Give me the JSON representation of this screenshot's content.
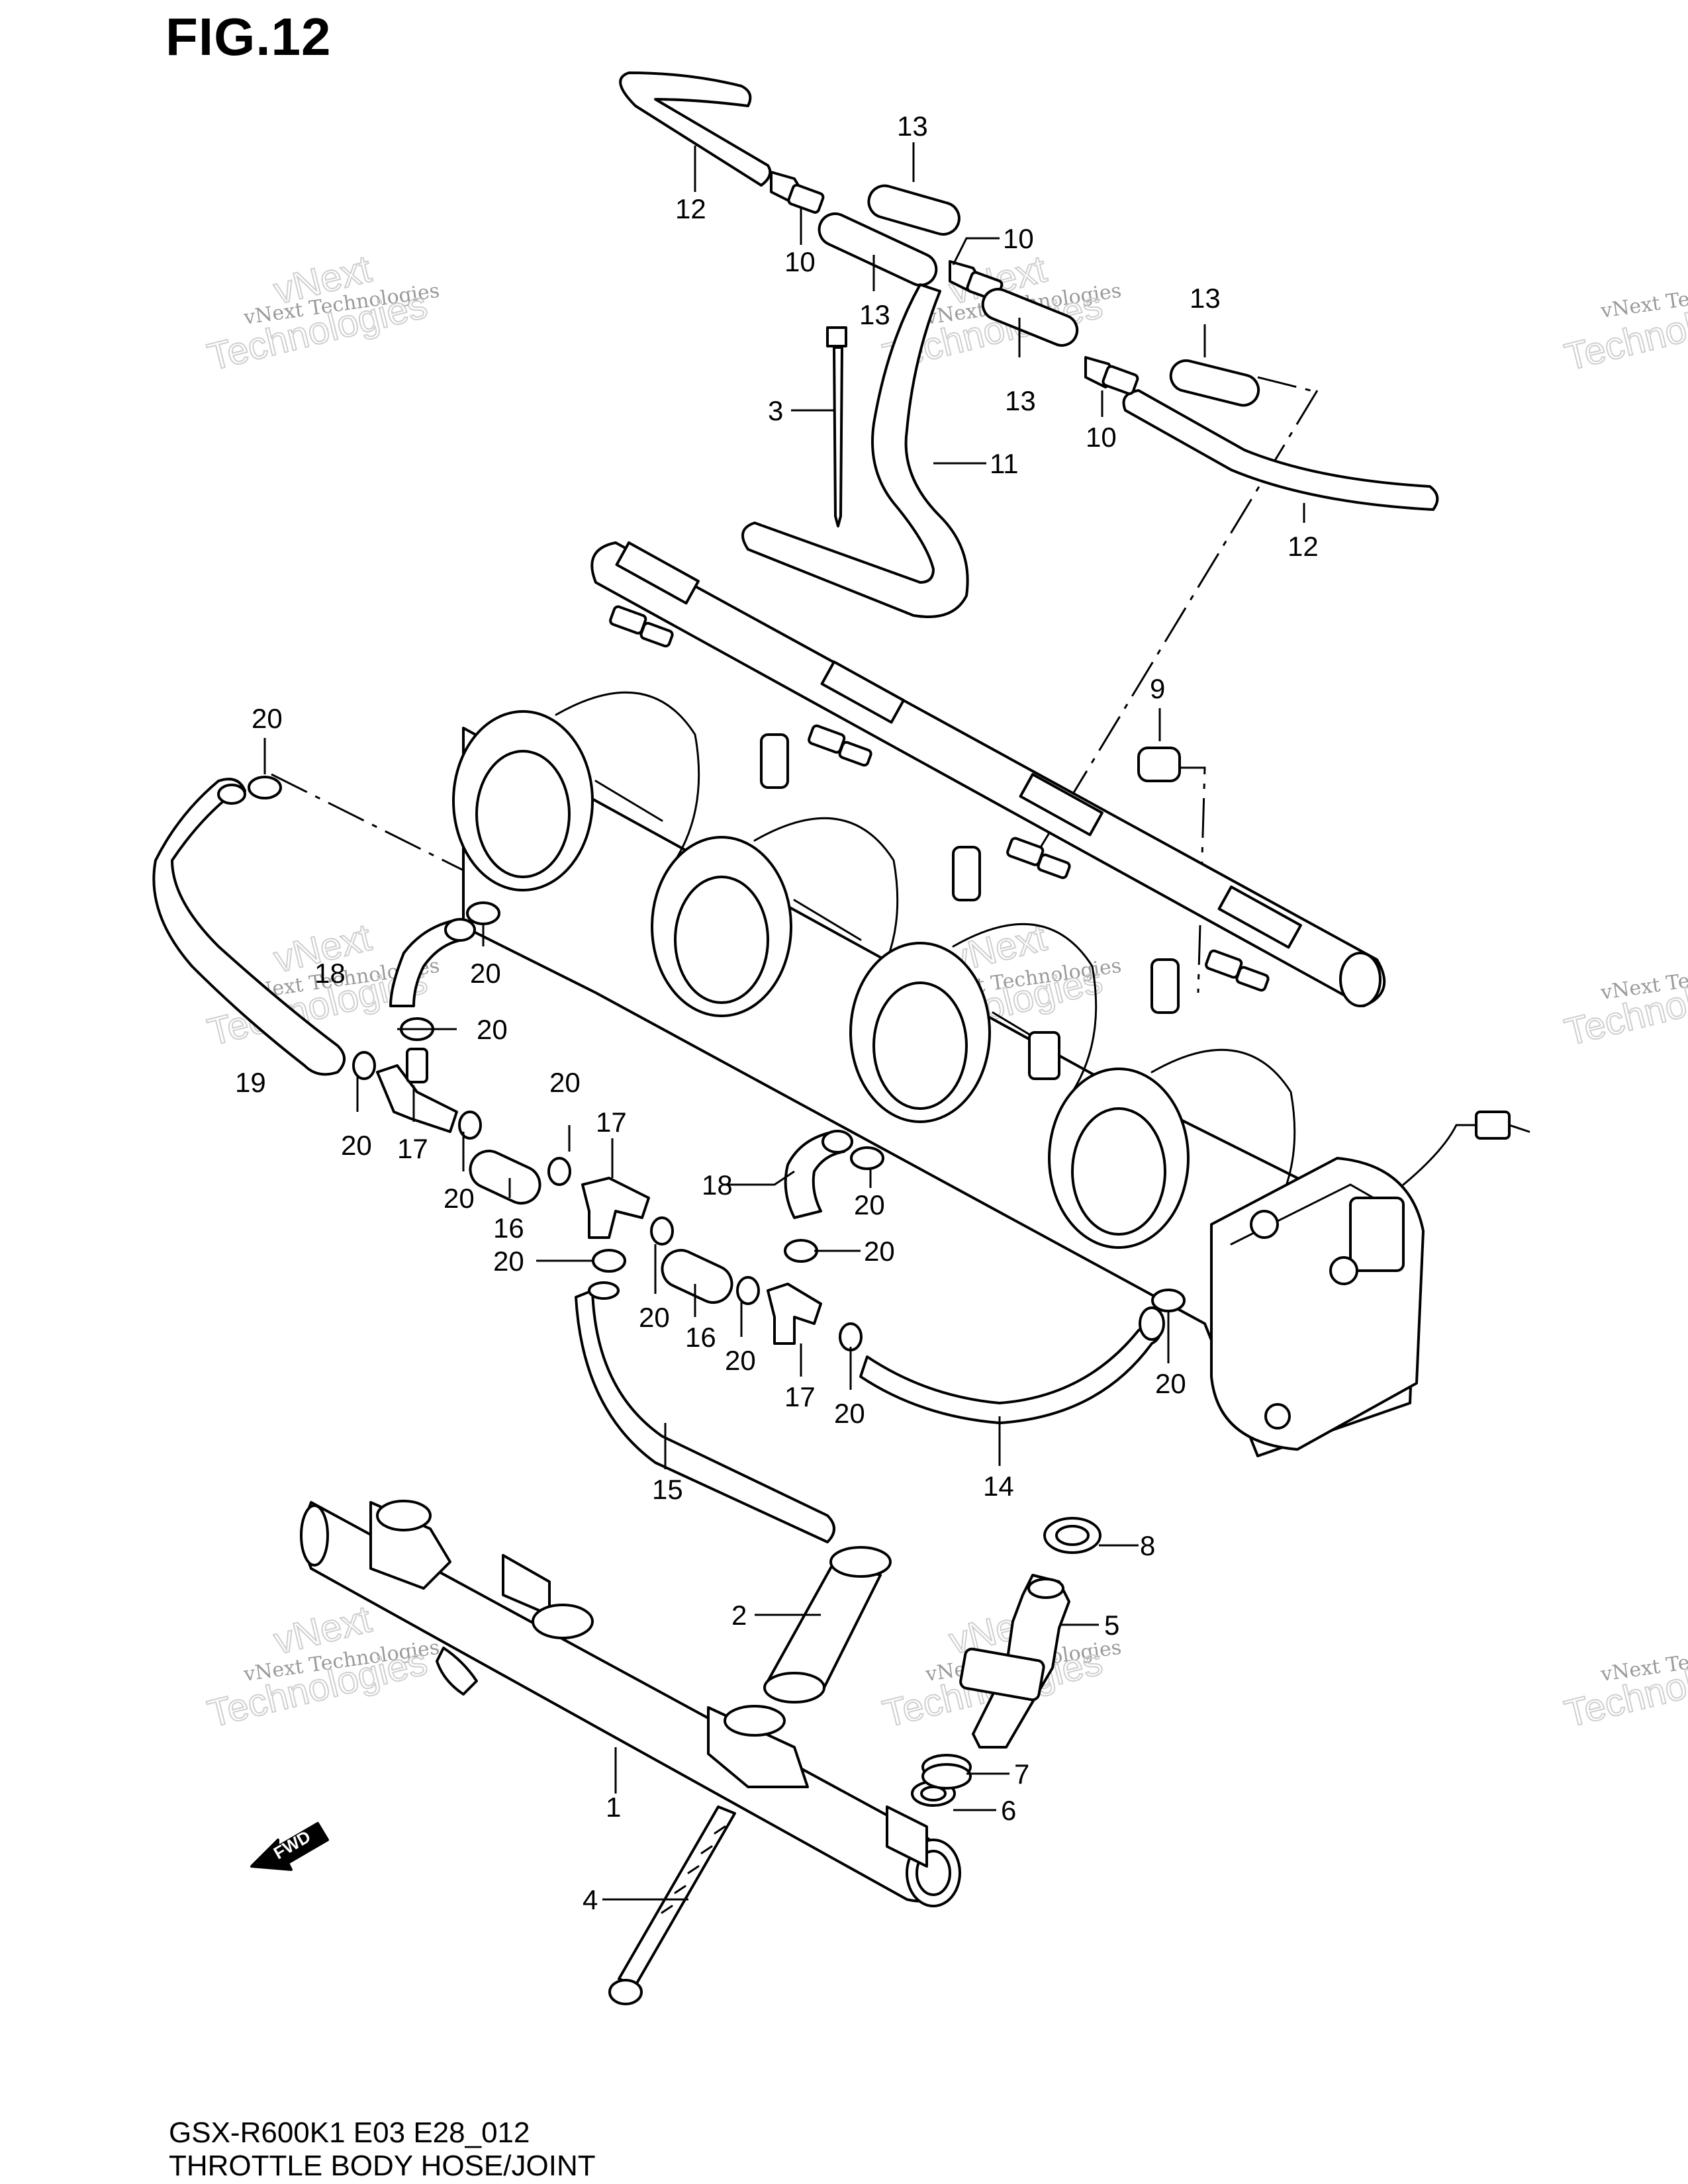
{
  "figure": {
    "title": "FIG.12",
    "code": "GSX-R600K1 E03 E28_012",
    "name": "THROTTLE BODY HOSE/JOINT"
  },
  "fwd_badge": "FWD",
  "watermark": {
    "line1": "vNext",
    "line2": "vNext Technologies",
    "line3": "Technologies"
  },
  "callouts": {
    "c1": "1",
    "c2": "2",
    "c3": "3",
    "c4": "4",
    "c5": "5",
    "c6": "6",
    "c7": "7",
    "c8": "8",
    "c9": "9",
    "c10a": "10",
    "c10b": "10",
    "c10c": "10",
    "c11": "11",
    "c12a": "12",
    "c12b": "12",
    "c13a": "13",
    "c13b": "13",
    "c13c": "13",
    "c13d": "13",
    "c14": "14",
    "c15": "15",
    "c16a": "16",
    "c16b": "16",
    "c17a": "17",
    "c17b": "17",
    "c17c": "17",
    "c18a": "18",
    "c18b": "18",
    "c19": "19",
    "c20a": "20",
    "c20b": "20",
    "c20c": "20",
    "c20d": "20",
    "c20e": "20",
    "c20f": "20",
    "c20g": "20",
    "c20h": "20",
    "c20i": "20",
    "c20j": "20",
    "c20k": "20",
    "c20l": "20",
    "c20m": "20"
  }
}
